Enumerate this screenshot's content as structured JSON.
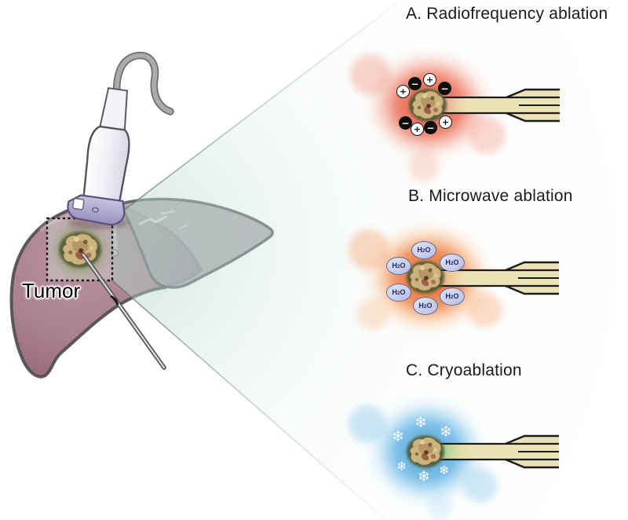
{
  "figure": {
    "caption_label": "Tumor",
    "panels": [
      {
        "letter": "A",
        "title": "A. Radiofrequency ablation",
        "glow_color": "#e96c5b",
        "charge_symbols": [
          "+",
          "−",
          "+",
          "−",
          "−",
          "+",
          "−",
          "+"
        ]
      },
      {
        "letter": "B",
        "title": "B. Microwave ablation",
        "glow_color": "#ee7c46",
        "molecule": {
          "h": "H",
          "sub": "2",
          "o": "O"
        }
      },
      {
        "letter": "C",
        "title": "C. Cryoablation",
        "glow_color": "#5fb0e0",
        "snowflake_icon": "❄"
      }
    ],
    "scene": {
      "liver_color": "#a57b88",
      "beam_color": "#cfe4dd",
      "probe_band_color": "#998fc0",
      "ablation_probe_color": "#ece2b8"
    }
  }
}
